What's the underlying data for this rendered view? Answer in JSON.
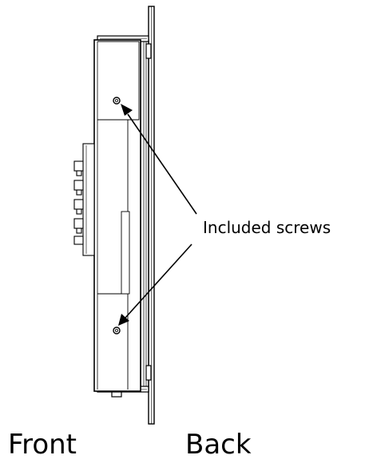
{
  "diagram": {
    "callout_label": "Included screws",
    "front_label": "Front",
    "back_label": "Back"
  },
  "colors": {
    "line": "#000000",
    "background": "#ffffff",
    "panel_gray": "#bfbfbf"
  }
}
